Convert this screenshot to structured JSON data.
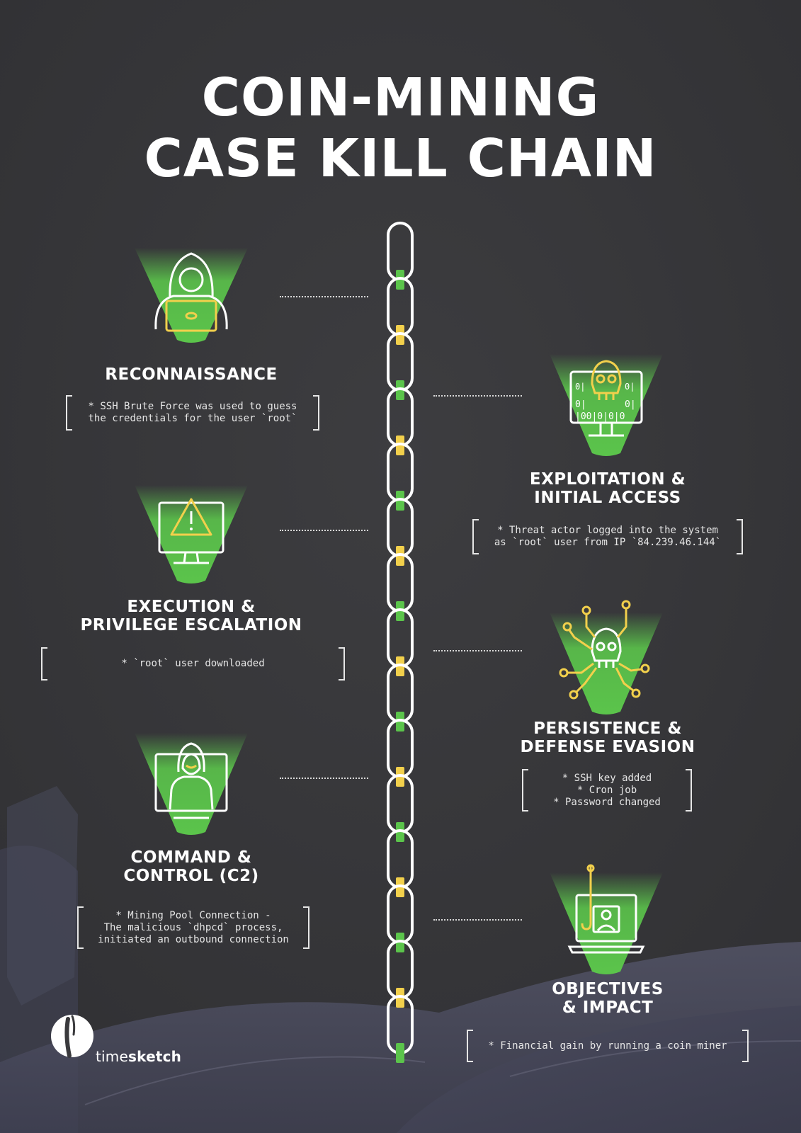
{
  "title": {
    "line1": "COIN-MINING",
    "line2": "CASE KILL CHAIN"
  },
  "colors": {
    "background": "#3a3a3d",
    "green": "#5bc44b",
    "yellow": "#f2d04c",
    "white": "#ffffff"
  },
  "stages": [
    {
      "id": "reconnaissance",
      "heading": [
        "RECONNAISSANCE"
      ],
      "description": [
        "* SSH Brute Force was used to guess",
        "the credentials for the user `root`"
      ],
      "icon": "hacker-laptop-icon"
    },
    {
      "id": "exploitation",
      "heading": [
        "EXPLOITATION &",
        "INITIAL ACCESS"
      ],
      "description": [
        "* Threat actor logged into the system",
        "as `root` user from IP `84.239.46.144`"
      ],
      "icon": "skull-monitor-icon"
    },
    {
      "id": "execution",
      "heading": [
        "EXECUTION &",
        "PRIVILEGE ESCALATION"
      ],
      "description": [
        "* `root` user downloaded"
      ],
      "icon": "warning-monitor-icon"
    },
    {
      "id": "persistence",
      "heading": [
        "PERSISTENCE &",
        "DEFENSE EVASION"
      ],
      "description": [
        "* SSH key added",
        "* Cron job",
        "* Password changed"
      ],
      "icon": "skull-network-icon"
    },
    {
      "id": "c2",
      "heading": [
        "COMMAND &",
        "CONTROL (C2)"
      ],
      "description": [
        "* Mining Pool Connection -",
        "The malicious `dhpcd` process,",
        "initiated an outbound connection"
      ],
      "icon": "hooded-figure-monitor-icon"
    },
    {
      "id": "objectives",
      "heading": [
        "OBJECTIVES",
        "& IMPACT"
      ],
      "description": [
        "* Financial gain by running a coin miner"
      ],
      "icon": "phishing-hook-laptop-icon"
    }
  ],
  "logo": {
    "text_light": "time",
    "text_bold": "sketch",
    "icon": "timesketch-logo-icon"
  }
}
